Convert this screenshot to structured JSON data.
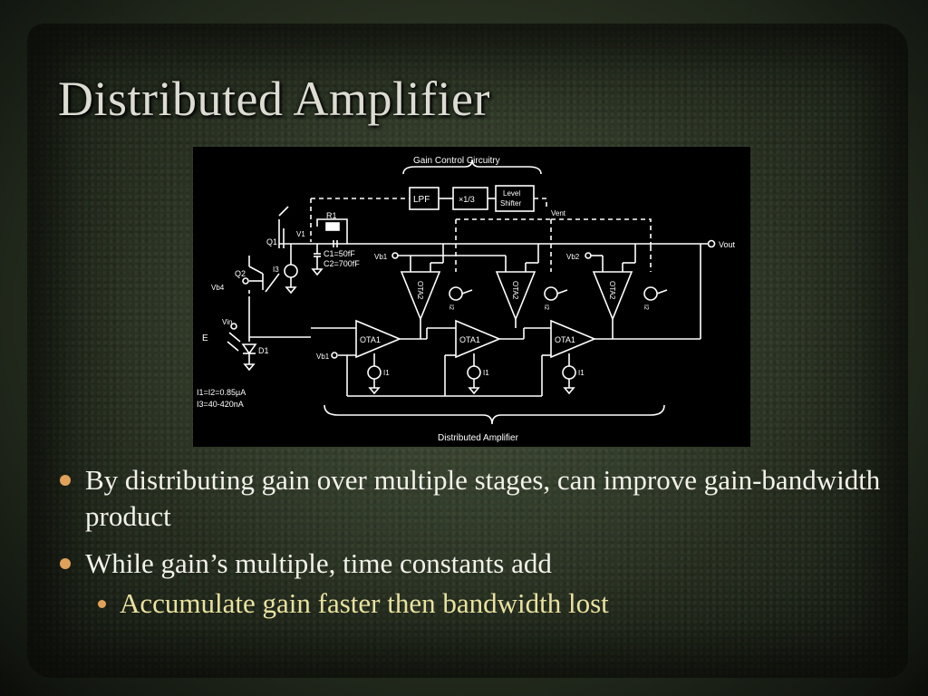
{
  "slide": {
    "title": "Distributed Amplifier"
  },
  "figure": {
    "gain_control_label": "Gain Control Circuitry",
    "lpf": "LPF",
    "divider": "×1/3",
    "level_shifter_line1": "Level",
    "level_shifter_line2": "Shifter",
    "vent": "Vent",
    "vout": "Vout",
    "r1": "R1",
    "c1": "C1=50fF",
    "c2": "C2=700fF",
    "q1": "Q1",
    "q2": "Q2",
    "v1": "V1",
    "i3": "I3",
    "vb4": "Vb4",
    "vin": "Vin",
    "e": "E",
    "d1": "D1",
    "vb1_top": "Vb1",
    "vb2_top": "Vb2",
    "vb1_left": "Vb1",
    "ota1": "OTA1",
    "ota2": "OTA2",
    "i1": "I1",
    "i2": "I2",
    "current_spec1": "I1=I2=0.85µA",
    "current_spec2": "I3=40-420nA",
    "distributed_label": "Distributed Amplifier"
  },
  "bullets": [
    {
      "text": "By distributing gain over multiple stages, can improve gain-bandwidth product"
    },
    {
      "text": "While gain’s multiple, time constants add"
    }
  ],
  "sub_bullets": [
    {
      "text": "Accumulate gain faster then bandwidth lost"
    }
  ],
  "colors": {
    "title": "#dcdcd2",
    "bullet_text": "#f2f2ea",
    "sub_bullet_text": "#e9e2a0",
    "bullet_marker": "#e0a25a",
    "figure_bg": "#000000"
  }
}
